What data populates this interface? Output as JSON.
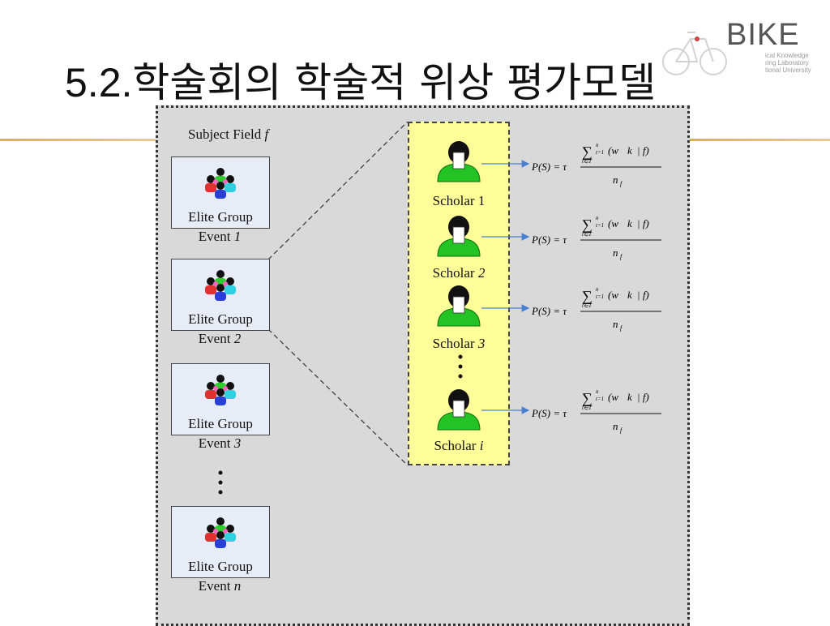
{
  "slide": {
    "title_number": "5.2.",
    "title_text": "학술회의 학술적 위상 평가모델"
  },
  "logo": {
    "brand": "BIKE",
    "sub_lines": [
      "ical Knowledge",
      "ring Laboratory",
      "tional University"
    ]
  },
  "diagram": {
    "subject_label": "Subject Field",
    "subject_var": "f",
    "events": [
      {
        "group_label": "Elite Group",
        "event_word": "Event",
        "event_id": "1"
      },
      {
        "group_label": "Elite Group",
        "event_word": "Event",
        "event_id": "2"
      },
      {
        "group_label": "Elite Group",
        "event_word": "Event",
        "event_id": "3"
      },
      {
        "group_label": "Elite Group",
        "event_word": "Event",
        "event_id": "n"
      }
    ],
    "scholars": [
      {
        "word": "Scholar",
        "id": "1"
      },
      {
        "word": "Scholar",
        "id": "2"
      },
      {
        "word": "Scholar",
        "id": "3"
      },
      {
        "word": "Scholar",
        "id": "i"
      }
    ],
    "formula": {
      "lhs": "P(S) = τ",
      "sum": "∑",
      "sum_top": "n",
      "sum_bottom": "t=1",
      "sum_sub": "t∈T",
      "numerator": "(w",
      "numerator_rest": "k",
      "numerator_tail": " | f)",
      "denominator": "n",
      "denominator_sub": "f"
    },
    "colors": {
      "panel": "#d9d9d9",
      "highlight": "#ffff9a",
      "arrow": "#4a7fd0",
      "scholar_body": "#22c322"
    }
  }
}
